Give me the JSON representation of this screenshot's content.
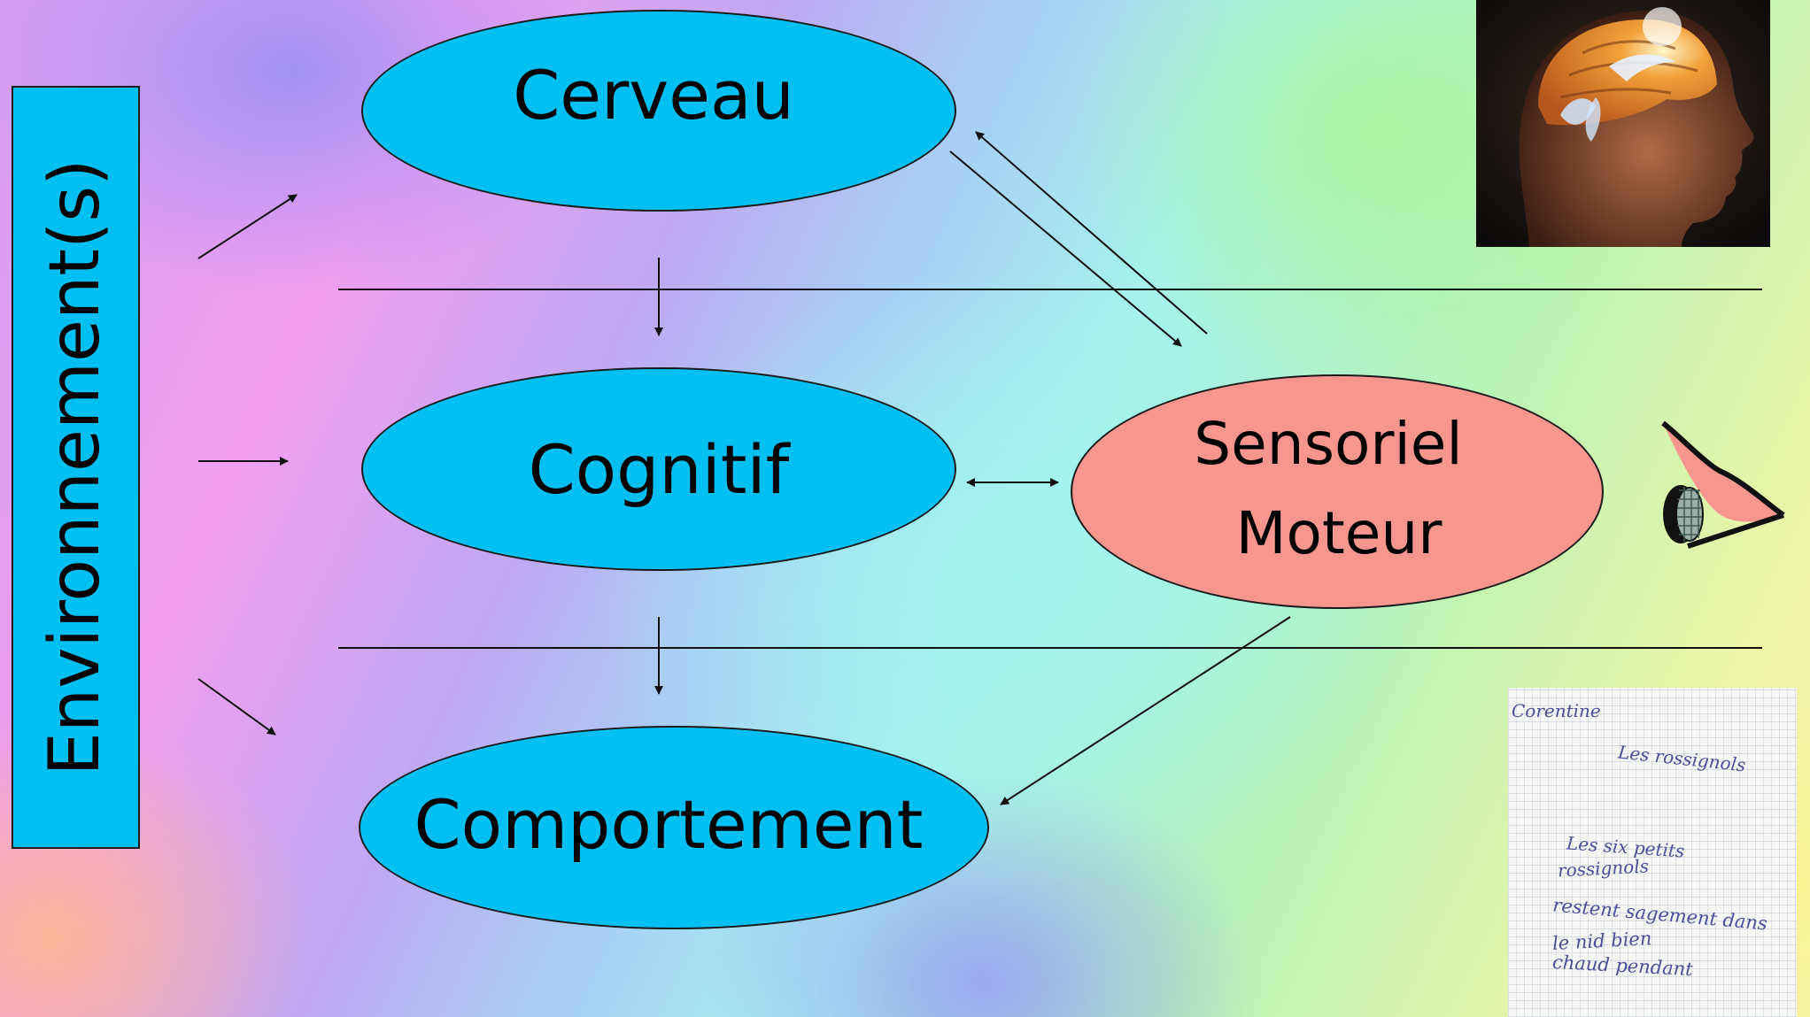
{
  "side_label": "Environnement(s)",
  "nodes": {
    "cerveau": "Cerveau",
    "cognitif": "Cognitif",
    "comportement": "Comportement",
    "sensoriel_line1": "Sensoriel",
    "sensoriel_line2": "Moteur"
  },
  "notebook": {
    "name": "Corentine",
    "title": "Les rossignols",
    "line1": "Les six petits",
    "line2": "rossignols",
    "line3": "restent sagement dans",
    "line4": "le nid bien",
    "line5": "chaud pendant"
  },
  "colors": {
    "node_blue": "#00bff3",
    "node_pink": "#f7968e",
    "line": "#111111"
  },
  "icons": [
    "brain-photo",
    "eye-icon",
    "notebook-photo"
  ]
}
